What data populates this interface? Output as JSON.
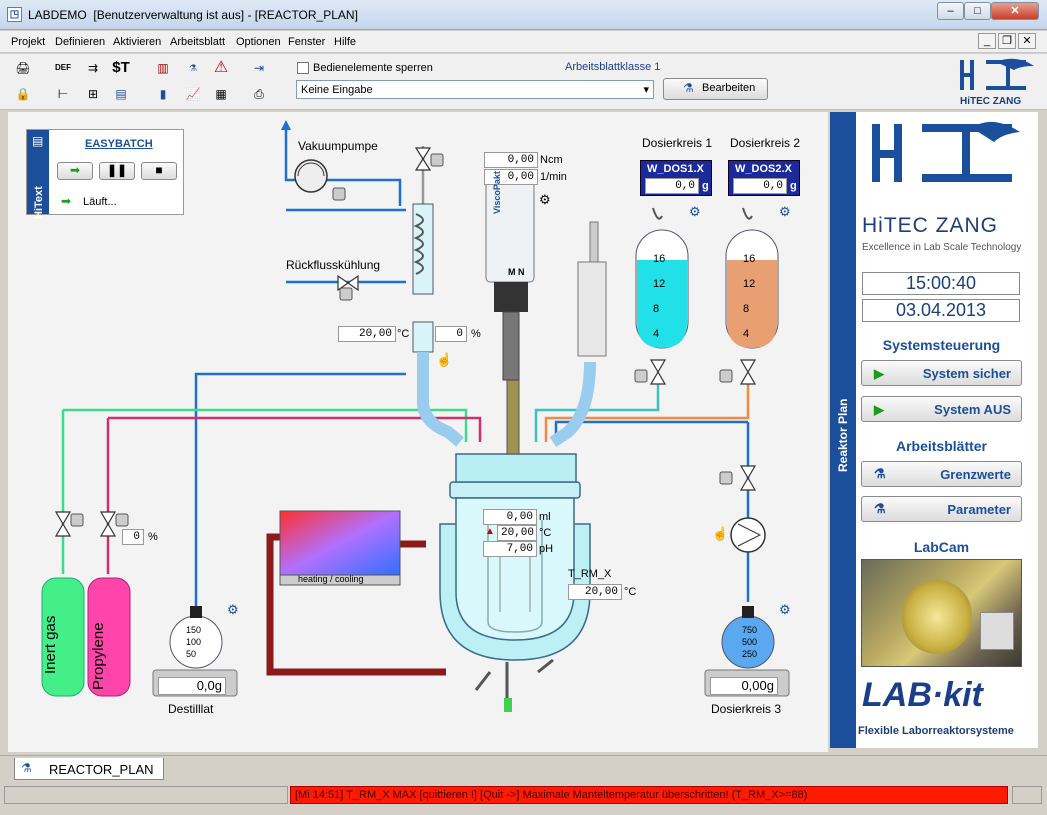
{
  "window": {
    "app_name": "LABDEMO",
    "title_rest": "[Benutzerverwaltung ist aus] - [REACTOR_PLAN]",
    "min": "–",
    "max": "□",
    "close": "✕"
  },
  "menu": [
    "Projekt",
    "Definieren",
    "Aktivieren",
    "Arbeitsblatt",
    "Optionen",
    "Fenster",
    "Hilfe"
  ],
  "toolbar": {
    "lock_label": "Bedienelemente sperren",
    "class_label": "Arbeitsblattklasse 1",
    "dropdown_value": "Keine Eingabe",
    "edit_label": "Bearbeiten",
    "brand": "HiTEC ZANG"
  },
  "easybatch": {
    "title": "EASYBATCH",
    "side": "HiText",
    "status": "Läuft..."
  },
  "process": {
    "vakuum": "Vakuumpumpe",
    "rueck": "Rückflusskühlung",
    "cond_temp": "20,00",
    "cond_temp_unit": "°C",
    "cond_pct": "0",
    "cond_pct_unit": "%",
    "torque": "0,00",
    "torque_unit": "Ncm",
    "speed": "0,00",
    "speed_unit": "1/min",
    "stirrer": "ViscoPakt",
    "stirrer_mn": "M N",
    "dos1_title": "Dosierkreis 1",
    "dos2_title": "Dosierkreis 2",
    "dos1_tag": "W_DOS1.X",
    "dos2_tag": "W_DOS2.X",
    "dos1_val": "0,0",
    "dos2_val": "0,0",
    "g": "g",
    "scale_ticks": [
      "16",
      "12",
      "8",
      "4"
    ],
    "vol": "0,00",
    "vol_unit": "ml",
    "temp": "20,00",
    "temp_unit": "°C",
    "ph": "7,00",
    "ph_unit": "pH",
    "trm_label": "T_RM_X",
    "trm": "20,00",
    "trm_unit": "°C",
    "heat_label": "heating / cooling",
    "inert": "Inert gas",
    "propylene": "Propylene",
    "gas_pct": "0",
    "gas_pct_unit": "%",
    "dest_ticks": [
      "150",
      "100",
      "50"
    ],
    "dest_scale": "0,0g",
    "dest_label": "Destilllat",
    "dos3_ticks": [
      "750",
      "500",
      "250"
    ],
    "dos3_scale": "0,00g",
    "dos3_label": "Dosierkreis 3"
  },
  "right": {
    "strip": "Reaktor Plan",
    "brand": "HiTEC ZANG",
    "tagline": "Excellence in Lab Scale Technology",
    "time": "15:00:40",
    "date": "03.04.2013",
    "sys_title": "Systemsteuerung",
    "btn_safe": "System sicher",
    "btn_off": "System AUS",
    "ws_title": "Arbeitsblätter",
    "btn_limits": "Grenzwerte",
    "btn_params": "Parameter",
    "cam_title": "LabCam",
    "labkit_logo": "LAB·kit",
    "labkit_sub": "Flexible Laborreaktorsysteme"
  },
  "tab": {
    "label": "REACTOR_PLAN"
  },
  "status": {
    "alarm": "[Mi 14:51] T_RM_X MAX  [quittieren !] [Quit ->] Maximale Manteltemperatur überschritten! (T_RM_X>=88)"
  },
  "colors": {
    "pipe_blue": "#1e6fd0",
    "pipe_red": "#8b1a1a",
    "pipe_green": "#3cdc8c",
    "pipe_pink": "#d03070",
    "pipe_orange": "#f08a40",
    "pipe_teal": "#40c0c0",
    "brand": "#1b4e9b",
    "alarm": "#ff1a00"
  }
}
